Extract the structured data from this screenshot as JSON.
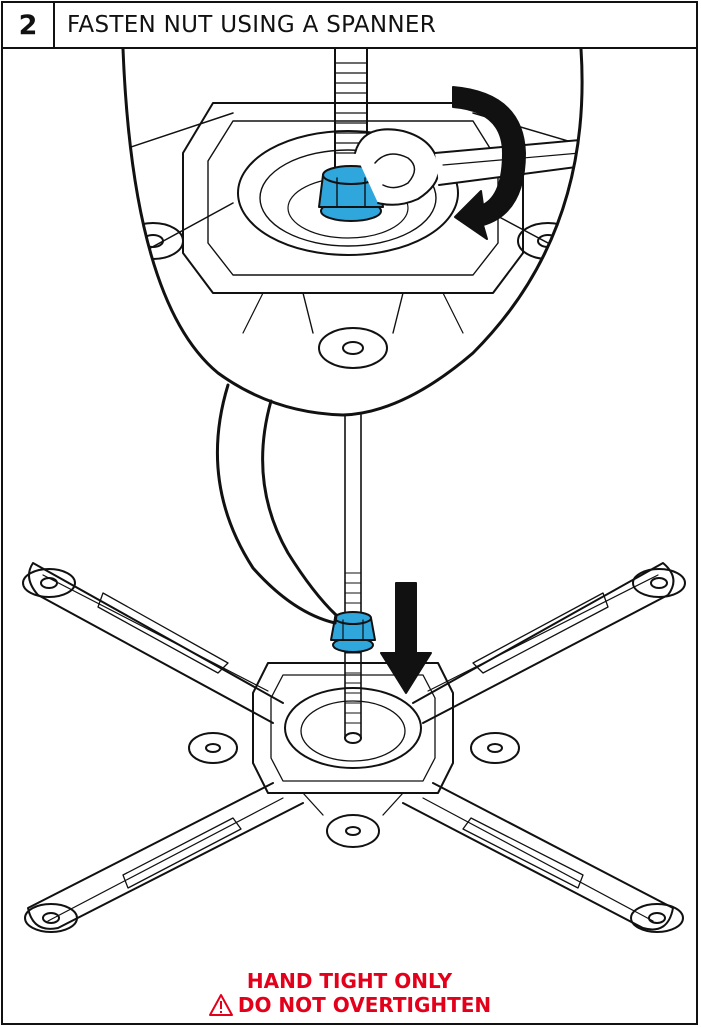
{
  "step": {
    "number": "2",
    "title": "FASTEN NUT USING A SPANNER"
  },
  "warning": {
    "line1": "HAND TIGHT ONLY",
    "line2": "DO NOT OVERTIGHTEN",
    "icon": "warning-triangle-icon",
    "color": "#e3001b"
  },
  "colors": {
    "nut": "#2fa6dc",
    "line": "#111111"
  }
}
